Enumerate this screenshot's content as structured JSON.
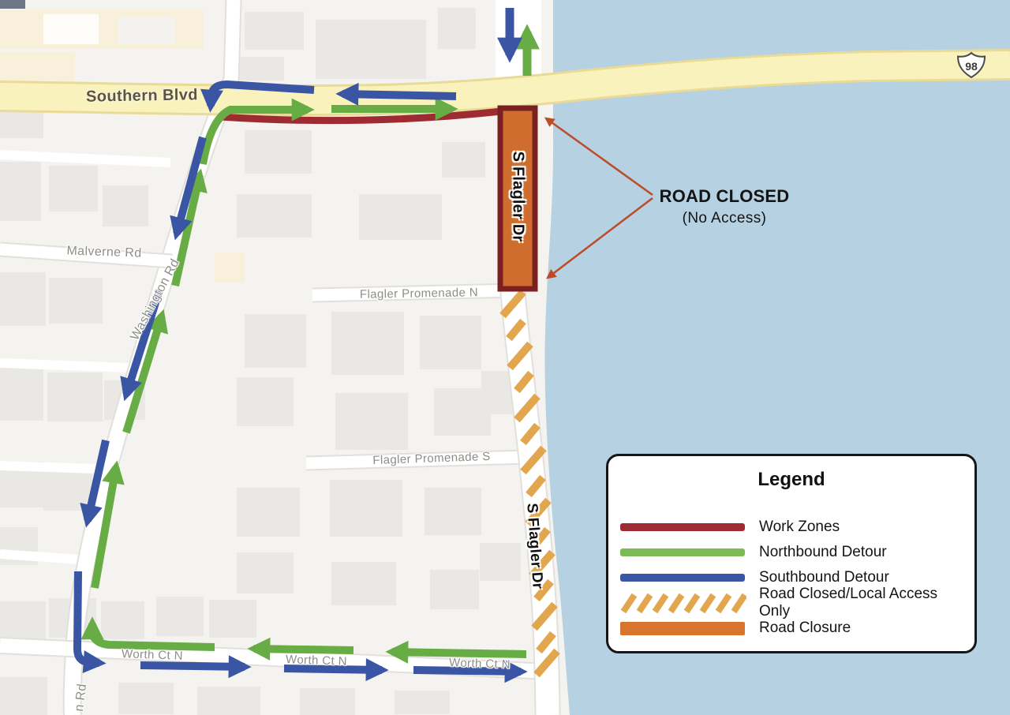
{
  "map": {
    "road_labels": {
      "southern_blvd": "Southern Blvd",
      "malverne_rd": "Malverne Rd",
      "washington_rd": "Washington Rd",
      "washington_rd_partial": "n Rd",
      "flagler_promenade_n": "Flagler Promenade N",
      "flagler_promenade_s": "Flagler Promenade S",
      "worth_ct_n": "Worth Ct N",
      "s_flagler_dr": "S Flagler Dr",
      "us_route_number": "98"
    },
    "callout": {
      "line1": "ROAD CLOSED",
      "line2": "(No Access)"
    }
  },
  "legend": {
    "title": "Legend",
    "items": [
      {
        "label": "Work Zones",
        "swatch": "solid-dark-red"
      },
      {
        "label": "Northbound Detour",
        "swatch": "solid-green"
      },
      {
        "label": "Southbound Detour",
        "swatch": "solid-blue"
      },
      {
        "label": "Road Closed/Local Access Only",
        "swatch": "diagonal-hatch-tan"
      },
      {
        "label": "Road Closure",
        "swatch": "solid-orange"
      }
    ]
  },
  "colors": {
    "water": "#B5D1E2",
    "land": "#F5F3F0",
    "building": "#EAE8E4",
    "building_cream": "#F8F0DB",
    "road_white": "#FFFFFF",
    "road_casing": "#E2E0DB",
    "highway_fill": "#FAF2BC",
    "highway_casing": "#E9DB97",
    "work_zone": "#9E2B31",
    "northbound": "#68AC45",
    "northbound_legend": "#7CBA54",
    "southbound": "#3A55A4",
    "hatch": "#E2A74E",
    "closure_fill": "#CE6D2D",
    "closure_legend": "#D8742B",
    "closure_border": "#7A2020",
    "callout": "#BC4B28",
    "label_gray": "#8E8D8A",
    "label_road": "#5C5443"
  }
}
